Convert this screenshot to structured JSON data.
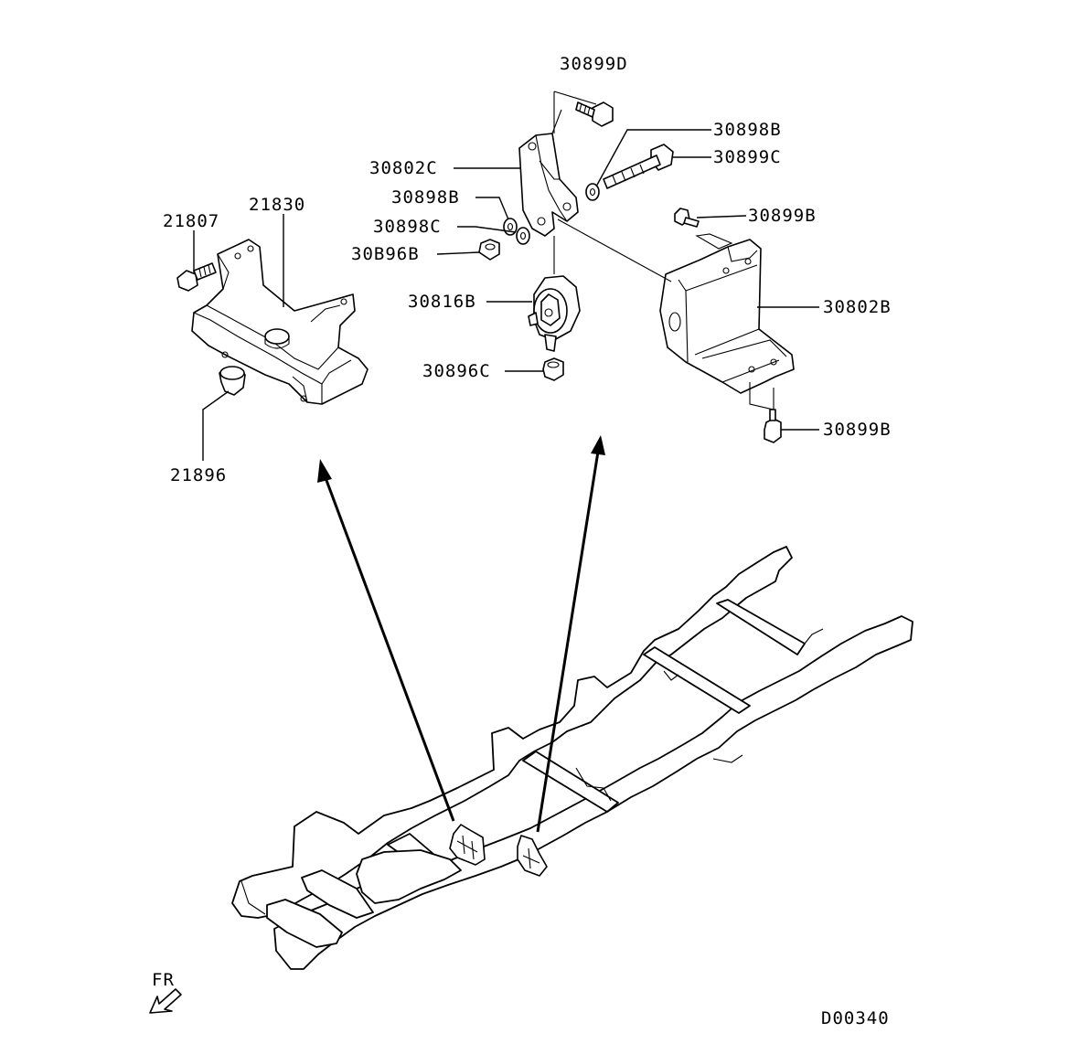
{
  "callouts": [
    {
      "id": "p30899d_top",
      "label": "30899D"
    },
    {
      "id": "p30898b_right",
      "label": "30898B"
    },
    {
      "id": "p30899c",
      "label": "30899C"
    },
    {
      "id": "p30802c",
      "label": "30802C"
    },
    {
      "id": "p30898b_left",
      "label": "30898B"
    },
    {
      "id": "p30898c",
      "label": "30898C"
    },
    {
      "id": "p30896b",
      "label": "30B96B"
    },
    {
      "id": "p30899b_upper",
      "label": "30899B"
    },
    {
      "id": "p30816b",
      "label": "30816B"
    },
    {
      "id": "p30802b",
      "label": "30802B"
    },
    {
      "id": "p30896c",
      "label": "30896C"
    },
    {
      "id": "p30899b_lower",
      "label": "30899B"
    },
    {
      "id": "p21807",
      "label": "21807"
    },
    {
      "id": "p21830",
      "label": "21830"
    },
    {
      "id": "p21896",
      "label": "21896"
    }
  ],
  "orientation_label": "FR",
  "diagram_code": "D00340"
}
